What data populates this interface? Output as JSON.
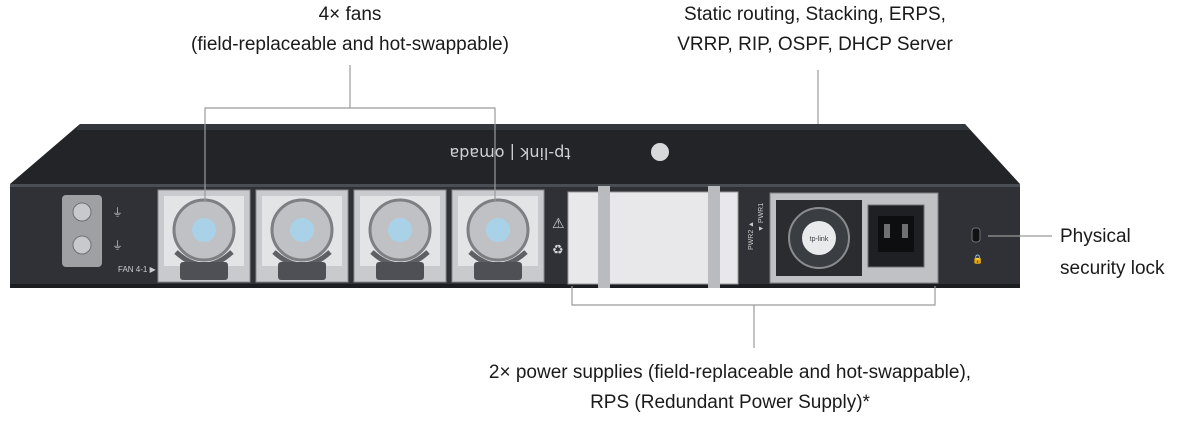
{
  "callouts": {
    "fans": {
      "line1": "4× fans",
      "line2": "(field-replaceable and hot-swappable)"
    },
    "routing": {
      "line1": "Static routing, Stacking, ERPS,",
      "line2": "VRRP, RIP, OSPF, DHCP Server"
    },
    "lock": {
      "line1": "Physical",
      "line2": "security lock"
    },
    "power": {
      "line1": "2× power supplies (field-replaceable and hot-swappable),",
      "line2": "RPS (Redundant Power Supply)*"
    }
  },
  "device": {
    "brand_logo": "tp-link | omada",
    "fan_label": "FAN 4-1 ▶",
    "pwr1_label": "▼ PWR1",
    "pwr2_label": "PWR2 ▲",
    "psu_sticker": "tp-link",
    "icons": [
      "ground-screw-icon",
      "warning-icon",
      "recycle-icon",
      "kensington-lock-icon",
      "power-inlet-icon"
    ]
  },
  "colors": {
    "chassis": "#2b2d31",
    "chassis_top": "#1e2023",
    "fan_module": "#d9dadc",
    "psu_blank": "#e8e8ea",
    "leader_line": "#9a9a9a"
  }
}
